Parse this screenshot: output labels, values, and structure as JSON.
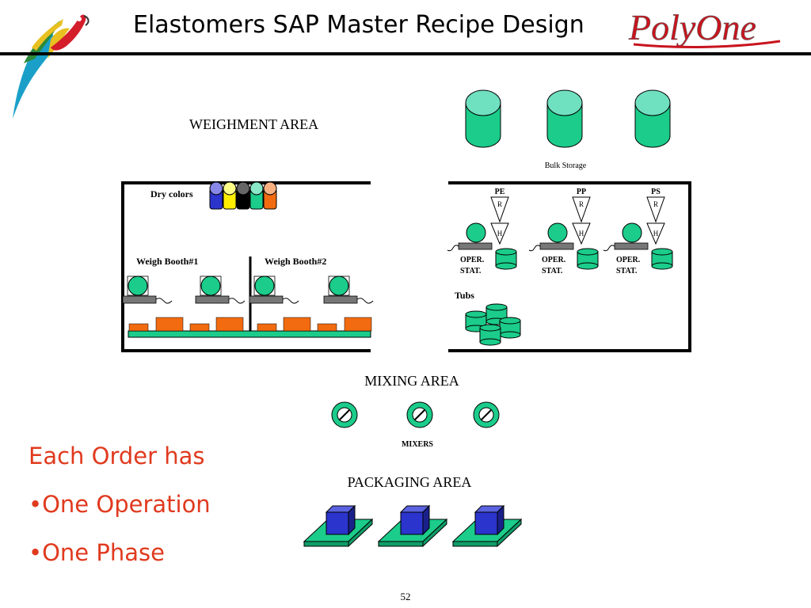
{
  "slide": {
    "title": "Elastomers SAP Master Recipe Design",
    "logo_text": "PolyOne",
    "page_number": "52"
  },
  "areas": {
    "weighment": "WEIGHMENT AREA",
    "mixing": "MIXING AREA",
    "packaging": "PACKAGING AREA"
  },
  "labels": {
    "bulk_storage": "Bulk Storage",
    "dry_colors": "Dry colors",
    "booth1": "Weigh Booth#1",
    "booth2": "Weigh Booth#2",
    "tubs": "Tubs",
    "mixers": "MIXERS",
    "r": "R",
    "h": "H",
    "oper": "OPER.",
    "stat": "STAT."
  },
  "hoppers": [
    {
      "material": "PE"
    },
    {
      "material": "PP"
    },
    {
      "material": "PS"
    }
  ],
  "bullets": {
    "heading": "Each Order has",
    "items": [
      "•One Operation",
      "•One Phase"
    ]
  },
  "colors": {
    "green": "#1bcc8a",
    "orange": "#f26b10",
    "blue": "#2b34cc",
    "bullet_text": "#e03a1e",
    "logo_red": "#c8141e"
  }
}
